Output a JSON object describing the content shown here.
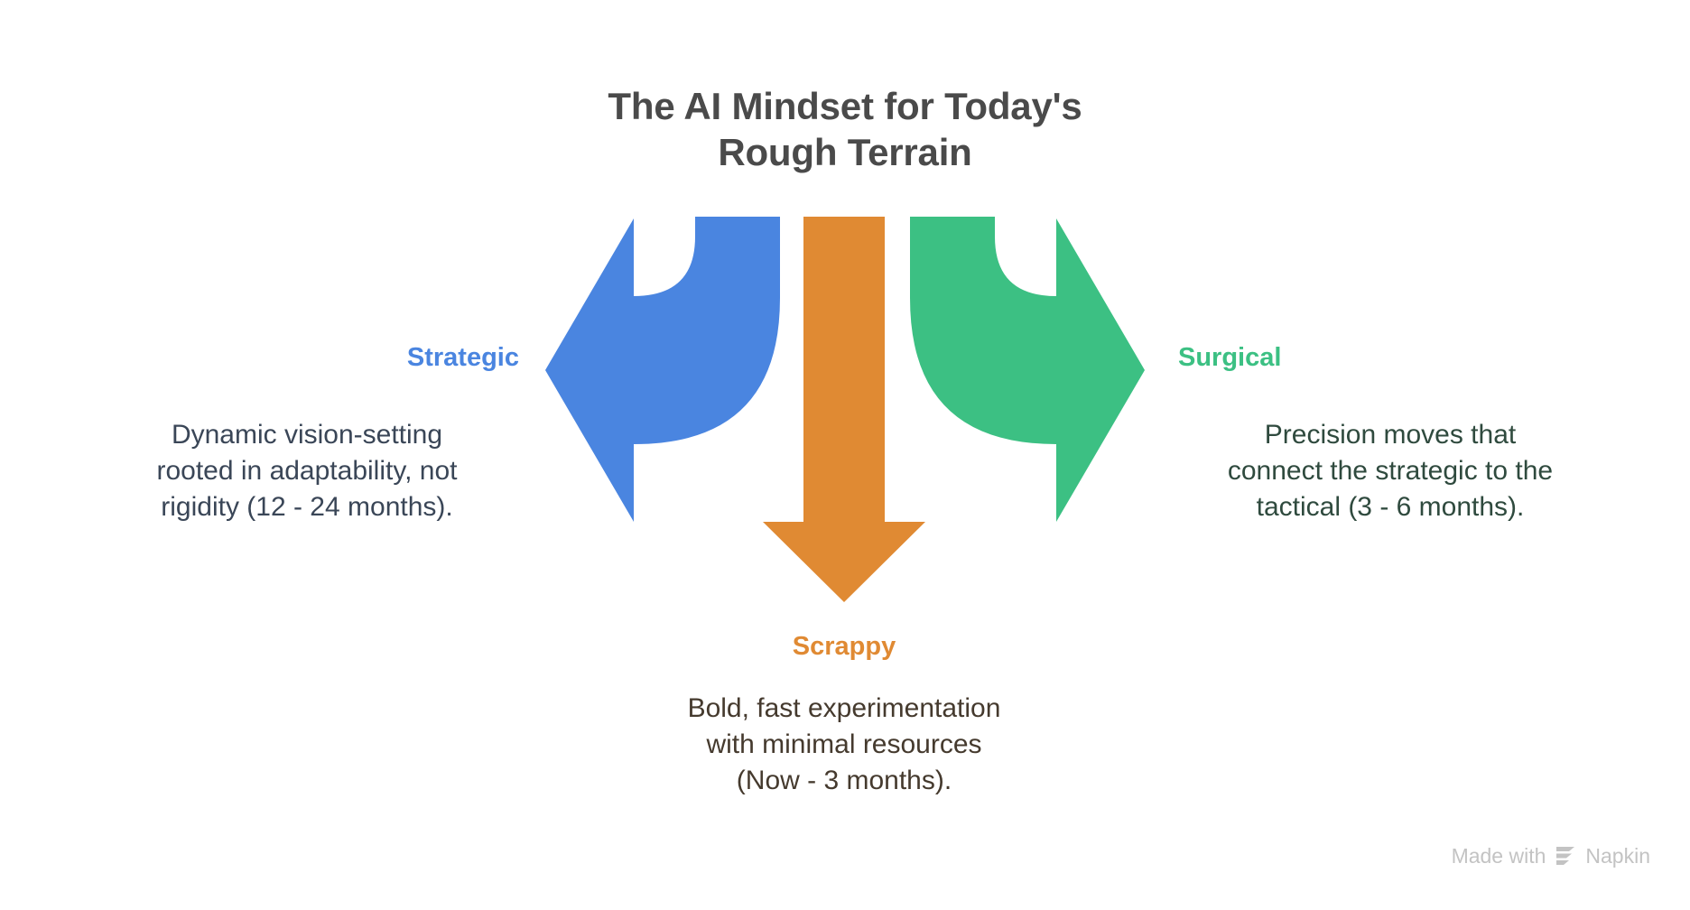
{
  "title": "The AI Mindset for Today's\nRough Terrain",
  "branches": [
    {
      "key": "strategic",
      "label": "Strategic",
      "description": "Dynamic vision-setting\nrooted in adaptability, not\nrigidity (12 - 24 months).",
      "timeframe": "12 - 24 months",
      "color": "#4a85e0",
      "text_color": "#3a4657",
      "direction": "left",
      "arrow_name": "curved-arrow-left"
    },
    {
      "key": "scrappy",
      "label": "Scrappy",
      "description": "Bold, fast experimentation\nwith minimal resources\n(Now - 3 months).",
      "timeframe": "Now - 3 months",
      "color": "#e08a33",
      "text_color": "#453a2e",
      "direction": "down",
      "arrow_name": "straight-arrow-down"
    },
    {
      "key": "surgical",
      "label": "Surgical",
      "description": "Precision moves that\nconnect the strategic to the\ntactical (3 - 6 months).",
      "timeframe": "3 - 6 months",
      "color": "#3cc083",
      "text_color": "#2f4a3e",
      "direction": "right",
      "arrow_name": "curved-arrow-right"
    }
  ],
  "watermark": {
    "prefix": "Made with",
    "brand": "Napkin",
    "color": "#c3c3c3"
  },
  "theme": {
    "background": "#ffffff",
    "title_color": "#4a4a4a"
  }
}
